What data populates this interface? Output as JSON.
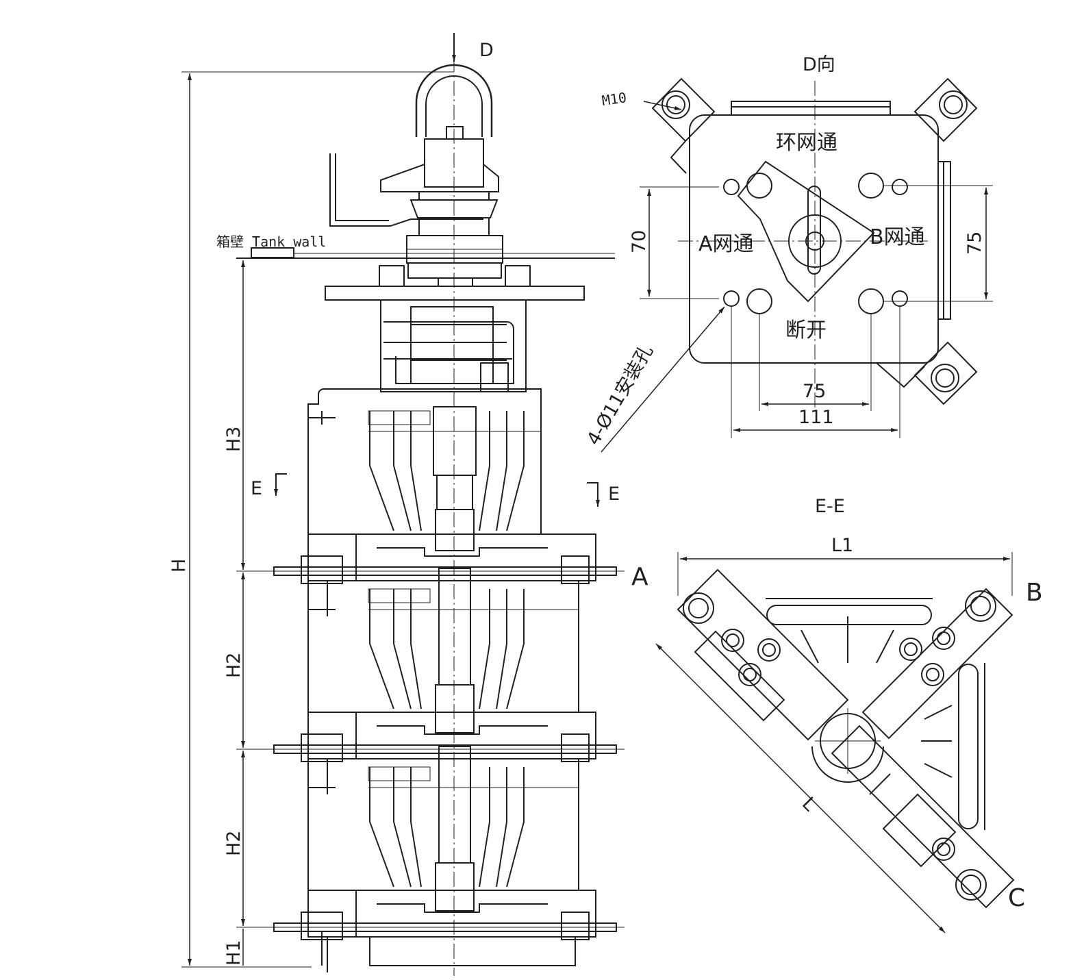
{
  "labels": {
    "view_arrow_d": "D",
    "tank_wall": "箱壁 Tank wall",
    "dim_h": "H",
    "dim_h3": "H3",
    "dim_h2_upper": "H2",
    "dim_h2_lower": "H2",
    "dim_h1": "H1",
    "section_e_left": "E",
    "section_e_right": "E",
    "terminal_a": "A",
    "d_view_title": "D向",
    "bolt_m10": "M10",
    "pos_ring": "环网通",
    "pos_a": "A网通",
    "pos_b": "B网通",
    "pos_off": "断开",
    "dim_70": "70",
    "dim_75_right": "75",
    "dim_75_bottom": "75",
    "dim_111": "111",
    "holes_note": "4-Ø11安装孔",
    "section_title": "E-E",
    "dim_l1": "L1",
    "dim_l": "L",
    "terminal_b": "B",
    "terminal_c": "C"
  },
  "colors": {
    "line": "#231f20",
    "background": "#ffffff"
  }
}
